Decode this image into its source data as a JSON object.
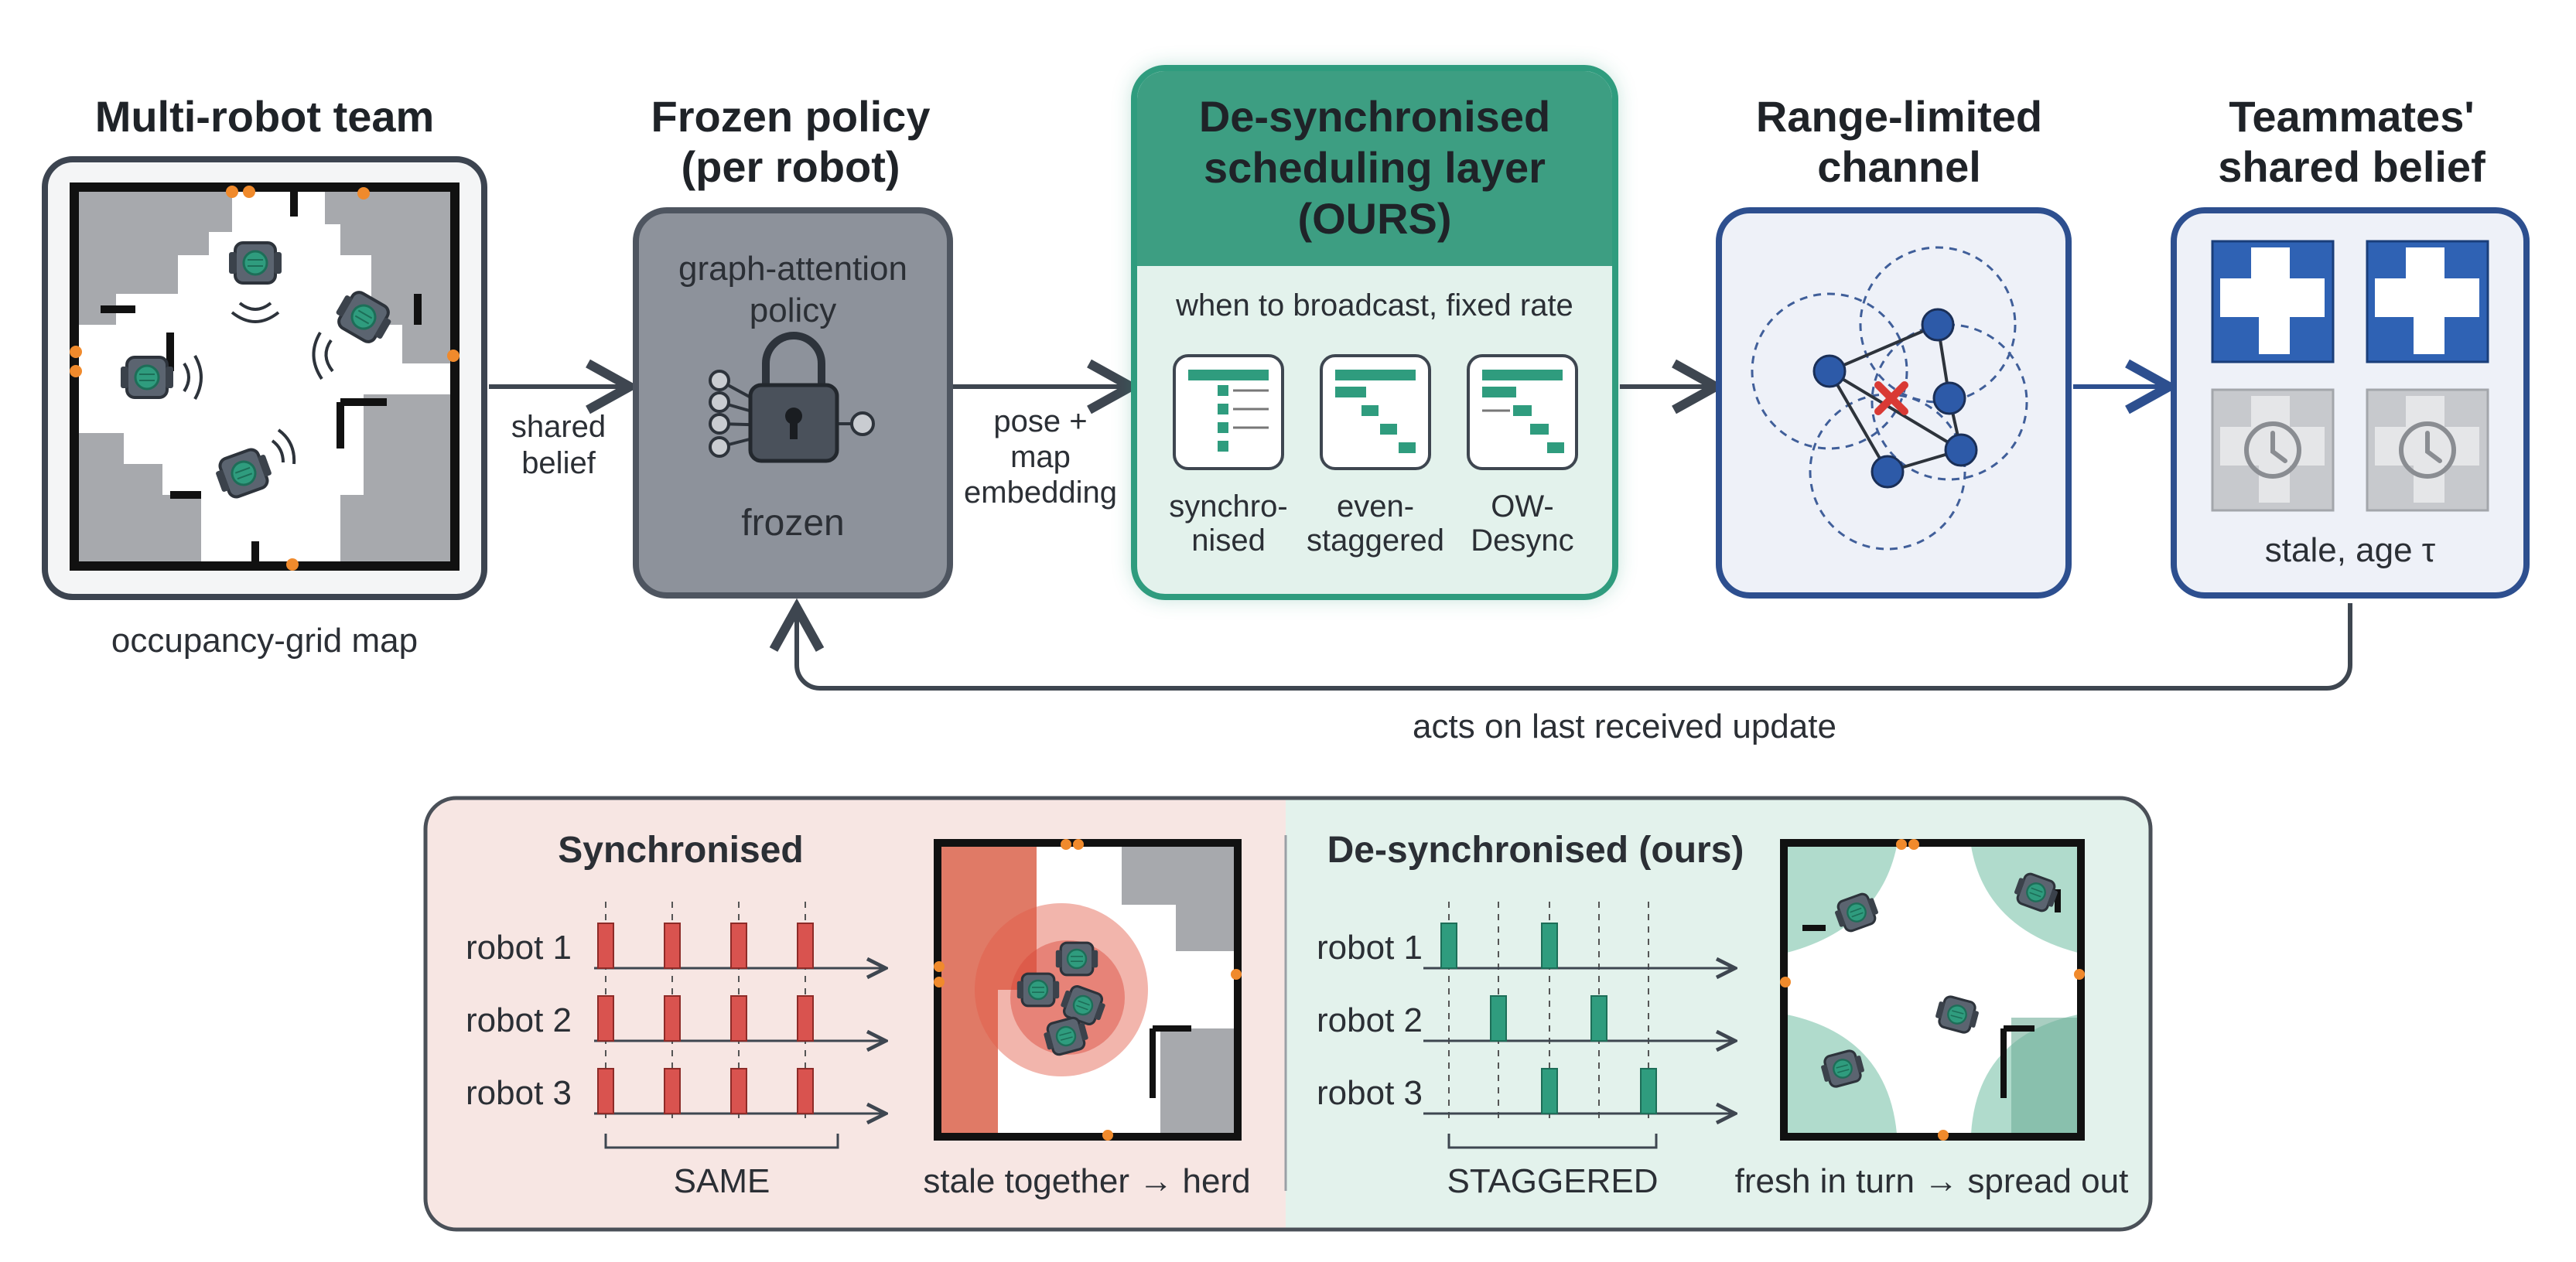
{
  "top": {
    "team": {
      "title": "Multi-robot team",
      "caption": "occupancy-grid map"
    },
    "arrow1_label": [
      "shared",
      "belief"
    ],
    "policy": {
      "title": [
        "Frozen policy",
        "(per robot)"
      ],
      "label": [
        "graph-attention",
        "policy"
      ],
      "state": "frozen",
      "lock_icon": "lock-icon"
    },
    "arrow2_label": [
      "pose +",
      "map",
      "embedding"
    ],
    "scheduler": {
      "title": [
        "De-synchronised",
        "scheduling layer",
        "(OURS)"
      ],
      "subtitle": "when to broadcast, fixed rate",
      "options": [
        {
          "label": [
            "synchro-",
            "nised"
          ]
        },
        {
          "label": [
            "even-",
            "staggered"
          ]
        },
        {
          "label": [
            "OW-",
            "Desync"
          ]
        }
      ]
    },
    "channel": {
      "title": [
        "Range-limited",
        "channel"
      ],
      "icon": "network-graph-icon"
    },
    "belief": {
      "title": [
        "Teammates'",
        "shared belief"
      ],
      "caption": "stale, age τ",
      "icon": "clock-icon"
    },
    "feedback_label": "acts on last received update"
  },
  "bottom": {
    "sync": {
      "title": "Synchronised",
      "robots": [
        "robot 1",
        "robot 2",
        "robot 3"
      ],
      "bracket_label": "SAME",
      "map_caption": "stale together → herd"
    },
    "desync": {
      "title": "De-synchronised (ours)",
      "robots": [
        "robot 1",
        "robot 2",
        "robot 3"
      ],
      "bracket_label": "STAGGERED",
      "map_caption": "fresh in turn → spread out"
    }
  },
  "colors": {
    "teal": "#2f9c7e",
    "teal_light": "#e3f2ec",
    "navy": "#2d4f8f",
    "gray_box": "#8b909a",
    "red_pulse": "#d9534f",
    "pink_bg": "#f7e6e3",
    "orange_dot": "#f08a2c"
  }
}
